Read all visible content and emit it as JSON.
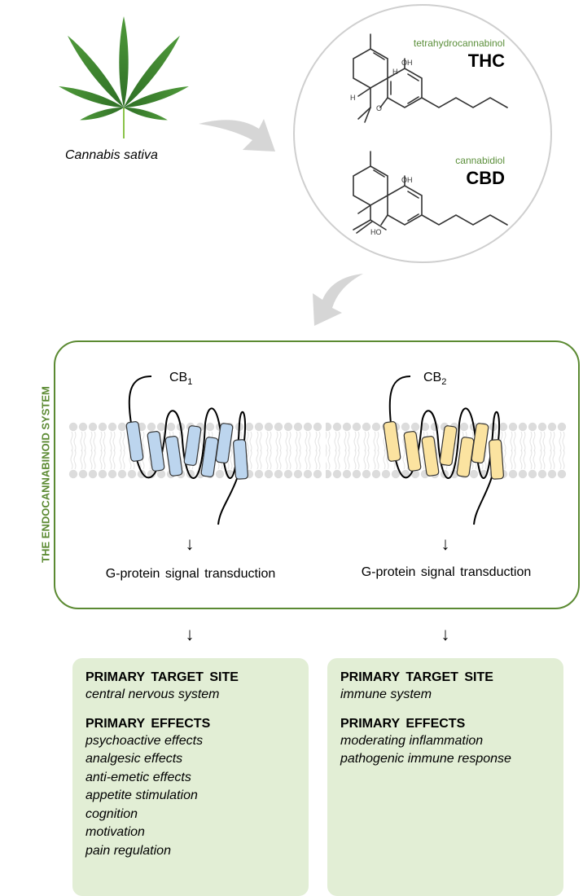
{
  "plant": {
    "caption": "Cannabis sativa"
  },
  "compounds": [
    {
      "name": "tetrahydrocannabinol",
      "abbr": "THC"
    },
    {
      "name": "cannabidiol",
      "abbr": "CBD"
    }
  ],
  "system": {
    "title": "THE ENDOCANNABINOID SYSTEM",
    "receptors": [
      {
        "label": "CB",
        "subscript": "1",
        "transduction": "G-protein signal transduction"
      },
      {
        "label": "CB",
        "subscript": "2",
        "transduction": "G-protein signal transduction"
      }
    ]
  },
  "arrow_glyph": "↓",
  "colors": {
    "frame": "#5b8a32",
    "cb1_helix": "#bcd5ee",
    "cb2_helix": "#fbe3a0",
    "box_fill": "#e2eed5",
    "compound_name": "#5b8f3a"
  },
  "effects": [
    {
      "target_heading": "PRIMARY  TARGET SITE",
      "target": "central nervous system",
      "effects_heading": "PRIMARY  EFFECTS",
      "items": [
        "psychoactive effects",
        "analgesic effects",
        "anti-emetic effects",
        "appetite  stimulation",
        "cognition",
        "motivation",
        "pain regulation"
      ]
    },
    {
      "target_heading": "PRIMARY  TARGET SITE",
      "target": "immune system",
      "effects_heading": "PRIMARY  EFFECTS",
      "items": [
        "moderating inflammation",
        "pathogenic immune response"
      ]
    }
  ]
}
